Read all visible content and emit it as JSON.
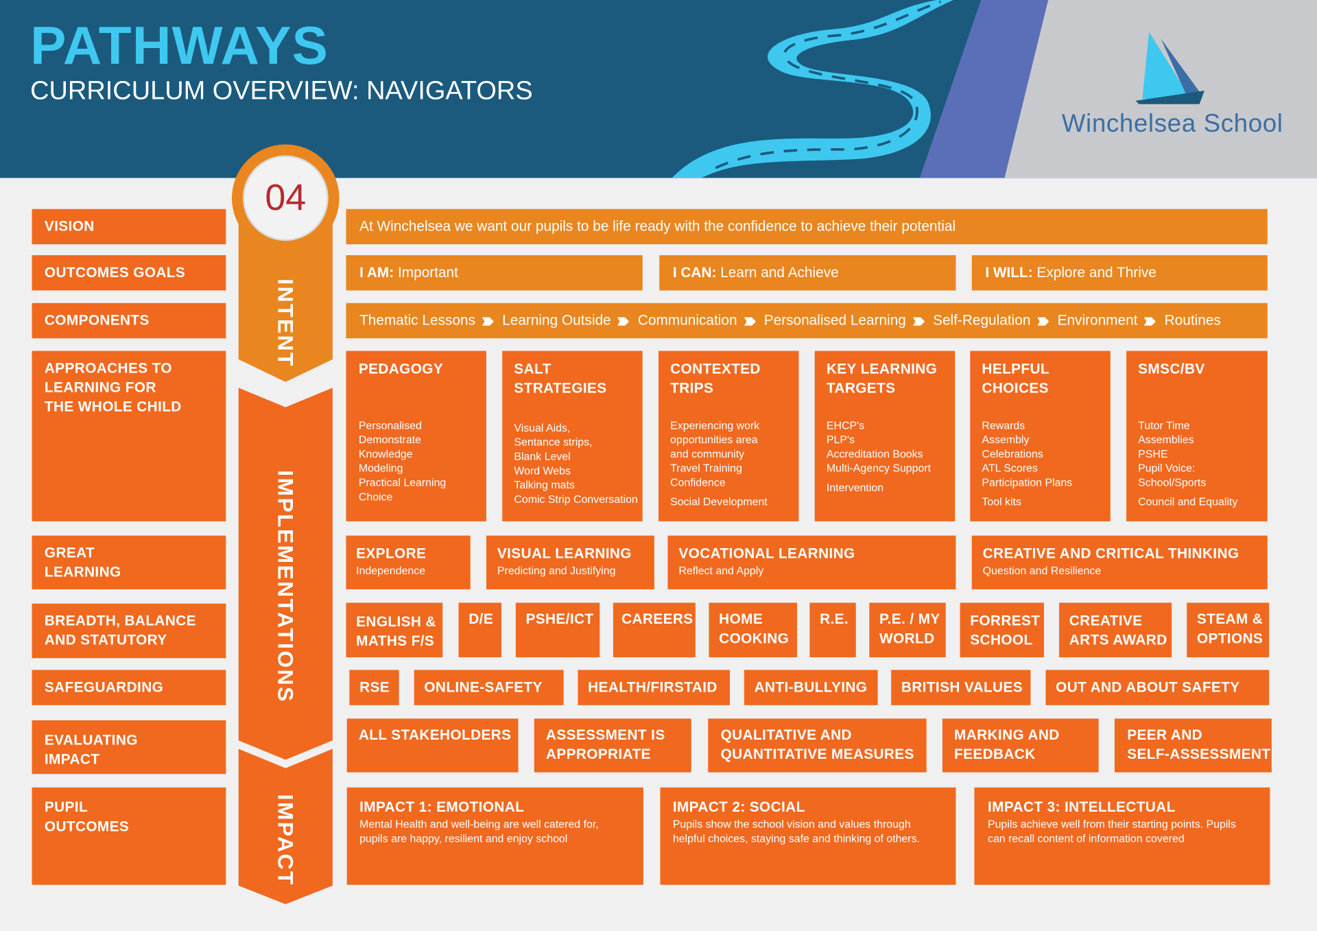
{
  "header": {
    "title": "PATHWAYS",
    "subtitle": "CURRICULUM OVERVIEW: NAVIGATORS",
    "school_name": "Winchelsea School",
    "badge_number": "04"
  },
  "colors": {
    "header_blue": "#1b5a7d",
    "title_cyan": "#3ec8f0",
    "orange_box": "#f0691f",
    "orange_bar": "#e9861f",
    "grey_panel": "#c8c9cc",
    "stripe_blue": "#5b6fb8",
    "road": "#3ec8f0"
  },
  "stages": {
    "intent": "INTENT",
    "implementations": "IMPLEMENTATIONS",
    "impact": "IMPACT"
  },
  "labels": {
    "vision": "VISION",
    "outcomes_goals": "OUTCOMES GOALS",
    "components": "COMPONENTS",
    "approaches": [
      "APPROACHES TO",
      "LEARNING FOR",
      "THE WHOLE CHILD"
    ],
    "great_learning": [
      "GREAT",
      "LEARNING"
    ],
    "breadth": [
      "BREADTH, BALANCE",
      "AND STATUTORY"
    ],
    "safeguarding": "SAFEGUARDING",
    "evaluating": [
      "EVALUATING",
      "IMPACT"
    ],
    "pupil_outcomes": [
      "PUPIL",
      "OUTCOMES"
    ]
  },
  "vision_text": "At Winchelsea we want our pupils to be life ready with the confidence to achieve their potential",
  "outcomes": [
    {
      "key": "I AM:",
      "value": "Important"
    },
    {
      "key": "I CAN:",
      "value": "Learn and Achieve"
    },
    {
      "key": "I WILL:",
      "value": "Explore and Thrive"
    }
  ],
  "components": [
    "Thematic Lessons",
    "Learning Outside",
    "Communication",
    "Personalised Learning",
    "Self-Regulation",
    "Environment",
    "Routines"
  ],
  "approaches": [
    {
      "title": [
        "PEDAGOGY"
      ],
      "items": [
        "Personalised",
        "Demonstrate",
        "Knowledge",
        "Modeling",
        "Practical Learning",
        "Choice"
      ]
    },
    {
      "title": [
        "SALT",
        "STRATEGIES"
      ],
      "items": [
        "Visual Aids,",
        "Sentance strips,",
        "Blank Level",
        "Word Webs",
        "Talking mats",
        "Comic Strip Conversation"
      ]
    },
    {
      "title": [
        "CONTEXTED",
        "TRIPS"
      ],
      "items": [
        "Experiencing work",
        "opportunities area",
        "and community",
        "Travel Training",
        "Confidence",
        "Social Development"
      ]
    },
    {
      "title": [
        "KEY LEARNING",
        "TARGETS"
      ],
      "items": [
        "EHCP's",
        "PLP's",
        "Accreditation Books",
        "Multi-Agency Support",
        "Intervention"
      ]
    },
    {
      "title": [
        "HELPFUL",
        "CHOICES"
      ],
      "items": [
        "Rewards",
        "Assembly",
        "Celebrations",
        "ATL Scores",
        "Participation Plans",
        "Tool kits"
      ]
    },
    {
      "title": [
        "SMSC/BV"
      ],
      "items": [
        "Tutor Time",
        "Assemblies",
        "PSHE",
        "Pupil Voice:",
        "School/Sports",
        "Council  and Equality"
      ]
    }
  ],
  "great_learning": [
    {
      "title": "EXPLORE",
      "sub": "Independence"
    },
    {
      "title": "VISUAL LEARNING",
      "sub": "Predicting and Justifying"
    },
    {
      "title": "VOCATIONAL LEARNING",
      "sub": "Reflect and Apply"
    },
    {
      "title": "CREATIVE AND CRITICAL THINKING",
      "sub": "Question and Resilience"
    }
  ],
  "breadth": [
    [
      "ENGLISH &",
      "MATHS F/S"
    ],
    [
      "D/E"
    ],
    [
      "PSHE/ICT"
    ],
    [
      "CAREERS"
    ],
    [
      "HOME",
      "COOKING"
    ],
    [
      "R.E."
    ],
    [
      "P.E. / MY",
      "WORLD"
    ],
    [
      "FORREST",
      "SCHOOL"
    ],
    [
      "CREATIVE",
      "ARTS AWARD"
    ],
    [
      "STEAM &",
      "OPTIONS"
    ]
  ],
  "safeguarding": [
    "RSE",
    "ONLINE-SAFETY",
    "HEALTH/FIRSTAID",
    "ANTI-BULLYING",
    "BRITISH VALUES",
    "OUT AND ABOUT SAFETY"
  ],
  "evaluating": [
    [
      "ALL STAKEHOLDERS"
    ],
    [
      "ASSESSMENT IS",
      "APPROPRIATE"
    ],
    [
      "QUALITATIVE AND",
      "QUANTITATIVE MEASURES"
    ],
    [
      "MARKING AND",
      "FEEDBACK"
    ],
    [
      "PEER AND",
      "SELF-ASSESSMENT"
    ]
  ],
  "impacts": [
    {
      "title": "IMPACT 1: EMOTIONAL",
      "lines": [
        "Mental Health and well-being are well catered for,",
        "pupils are happy, resilient and enjoy school"
      ]
    },
    {
      "title": "IMPACT 2: SOCIAL",
      "lines": [
        "Pupils show the school vision and values through",
        "helpful choices, staying safe and thinking of others."
      ]
    },
    {
      "title": "IMPACT 3: INTELLECTUAL",
      "lines": [
        "Pupils achieve well from their starting points. Pupils",
        "can recall content of information covered"
      ]
    }
  ]
}
